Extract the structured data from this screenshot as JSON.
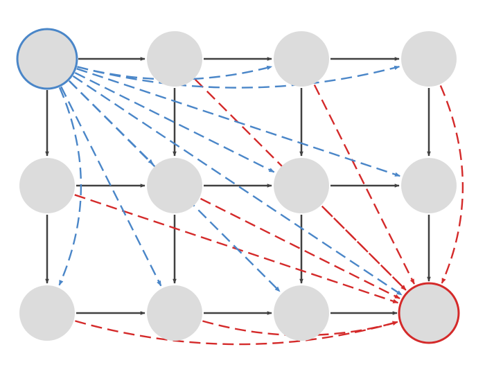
{
  "diagram": {
    "rows": 3,
    "cols": 4,
    "source": {
      "row": 0,
      "col": 0
    },
    "target": {
      "row": 2,
      "col": 3
    },
    "colors": {
      "node_fill": "#dcdcdc",
      "grid_edge": "#404040",
      "source_edge": "#4a86c8",
      "target_edge": "#d42a2a",
      "source_outline": "#4a86c8",
      "target_outline": "#d42a2a"
    }
  }
}
